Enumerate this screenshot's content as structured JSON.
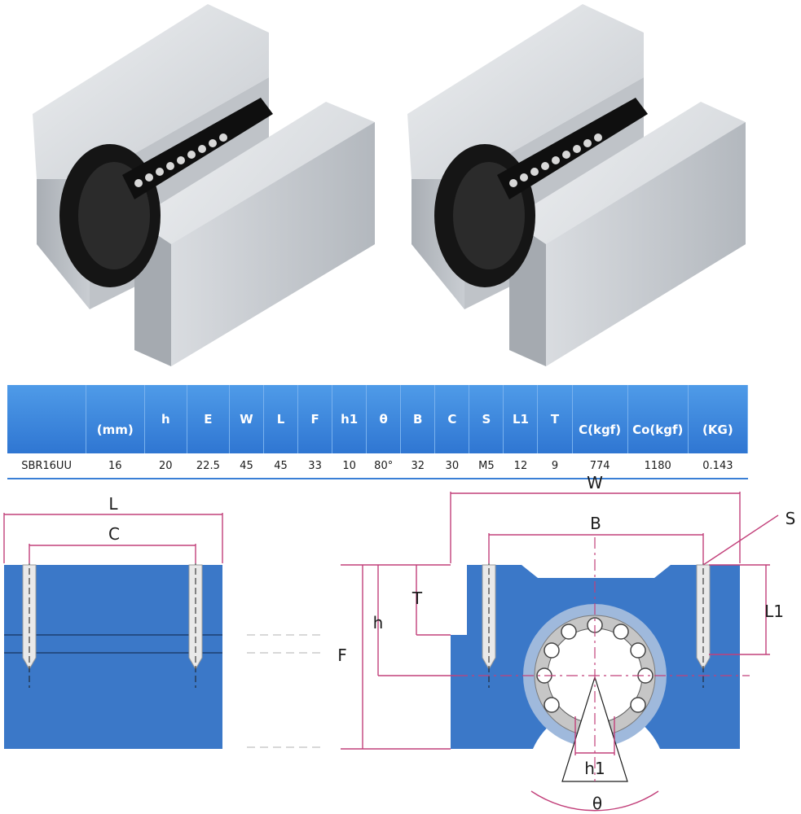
{
  "spec_table": {
    "headers": [
      "",
      "(mm)",
      "h",
      "E",
      "W",
      "L",
      "F",
      "h1",
      "θ",
      "B",
      "C",
      "S",
      "L1",
      "T",
      "C(kgf)",
      "Co(kgf)",
      "(KG)"
    ],
    "row": [
      "SBR16UU",
      "16",
      "20",
      "22.5",
      "45",
      "45",
      "33",
      "10",
      "80°",
      "32",
      "30",
      "M5",
      "12",
      "9",
      "774",
      "1180",
      "0.143"
    ]
  },
  "drawing_labels": {
    "L": "L",
    "C": "C",
    "W": "W",
    "B": "B",
    "S": "S",
    "T": "T",
    "h": "h",
    "F": "F",
    "L1": "L1",
    "h1": "h1",
    "theta": "θ"
  },
  "colors": {
    "header_blue": "#3a86dd",
    "block_blue": "#3b78c8",
    "dimension_line": "#c2407a",
    "aluminum": "#c9cdd2"
  }
}
